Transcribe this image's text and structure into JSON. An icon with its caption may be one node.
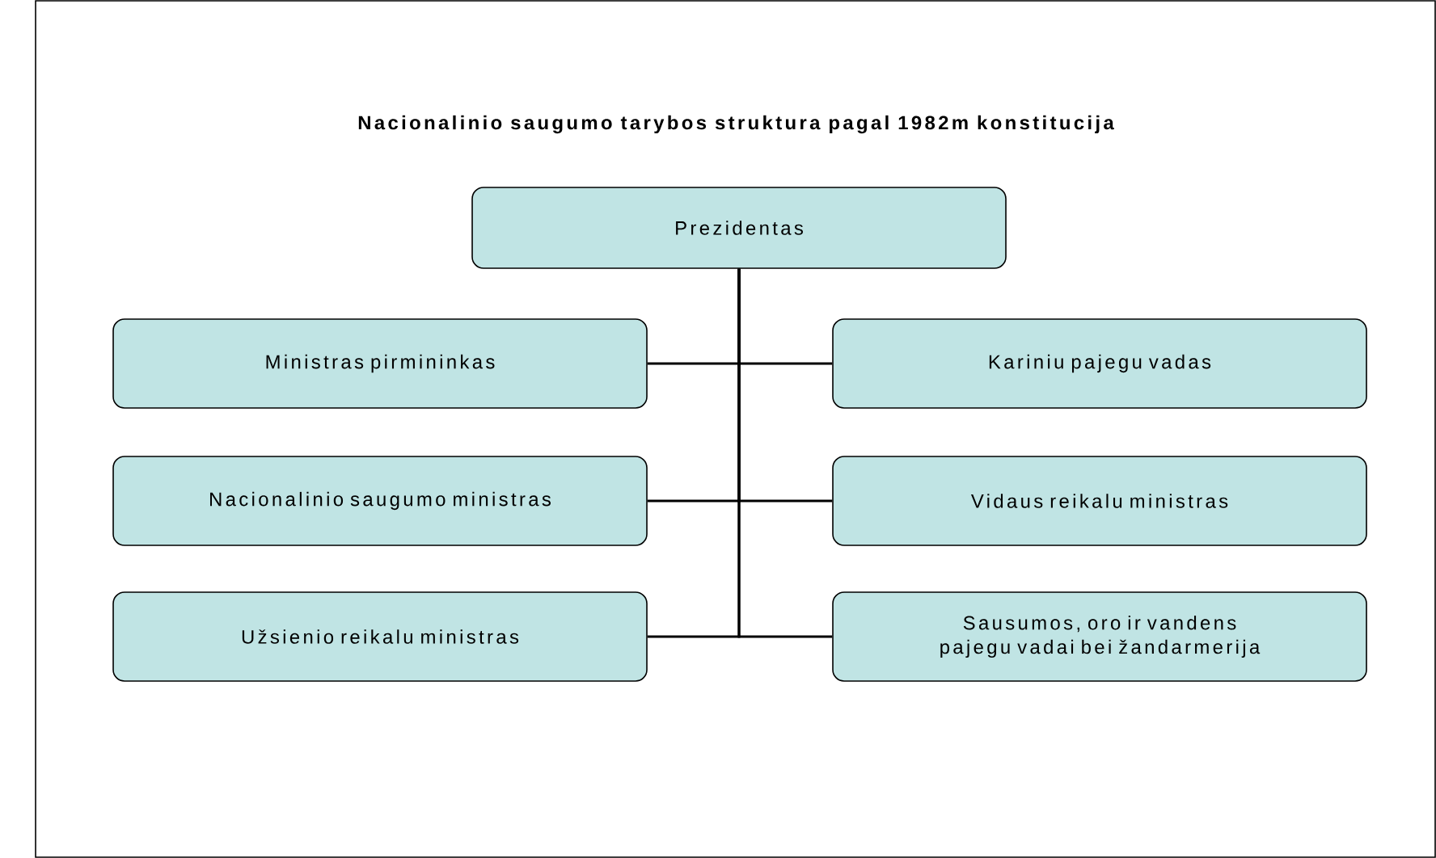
{
  "diagram": {
    "title": "Nacionalinio saugumo tarybos struktura pagal 1982m konstitucija",
    "nodes": [
      {
        "text": [
          "Prezidentas"
        ]
      },
      {
        "text": [
          "Ministras pirmininkas"
        ]
      },
      {
        "text": [
          "Kariniu pajegu vadas"
        ]
      },
      {
        "text": [
          "Nacionalinio saugumo ministras"
        ]
      },
      {
        "text": [
          "Vidaus reikalu ministras"
        ]
      },
      {
        "text": [
          "Užsienio reikalu ministras"
        ]
      },
      {
        "text": [
          "Sausumos, oro ir vandens pajegu vadai bei žandarmerija"
        ]
      }
    ],
    "edges": [
      {
        "from": 0,
        "to": 1,
        "arrow": "none"
      },
      {
        "from": 0,
        "to": 2,
        "arrow": "none"
      },
      {
        "from": 0,
        "to": 3,
        "arrow": "none"
      },
      {
        "from": 0,
        "to": 4,
        "arrow": "none"
      },
      {
        "from": 0,
        "to": 5,
        "arrow": "none"
      },
      {
        "from": 0,
        "to": 6,
        "arrow": "none"
      }
    ]
  }
}
